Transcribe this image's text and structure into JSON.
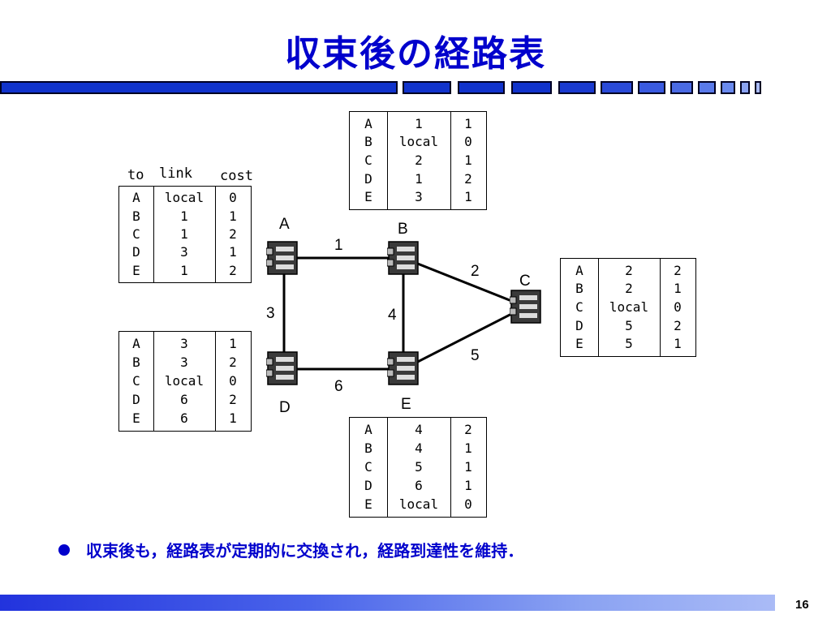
{
  "title": "収束後の経路表",
  "headers": {
    "to": "to",
    "link": "link",
    "cost": "cost"
  },
  "nodes": {
    "A": "A",
    "B": "B",
    "C": "C",
    "D": "D",
    "E": "E"
  },
  "links": [
    "1",
    "2",
    "3",
    "4",
    "5",
    "6"
  ],
  "tables": {
    "A": {
      "to": [
        "A",
        "B",
        "C",
        "D",
        "E"
      ],
      "link": [
        "local",
        "1",
        "1",
        "3",
        "1"
      ],
      "cost": [
        "0",
        "1",
        "2",
        "1",
        "2"
      ]
    },
    "B": {
      "to": [
        "A",
        "B",
        "C",
        "D",
        "E"
      ],
      "link": [
        "1",
        "local",
        "2",
        "1",
        "3"
      ],
      "cost": [
        "1",
        "0",
        "1",
        "2",
        "1"
      ]
    },
    "C": {
      "to": [
        "A",
        "B",
        "C",
        "D",
        "E"
      ],
      "link": [
        "2",
        "2",
        "local",
        "5",
        "5"
      ],
      "cost": [
        "2",
        "1",
        "0",
        "2",
        "1"
      ]
    },
    "D": {
      "to": [
        "A",
        "B",
        "C",
        "D",
        "E"
      ],
      "link": [
        "3",
        "3",
        "local",
        "6",
        "6"
      ],
      "cost": [
        "1",
        "2",
        "0",
        "2",
        "1"
      ]
    },
    "E": {
      "to": [
        "A",
        "B",
        "C",
        "D",
        "E"
      ],
      "link": [
        "4",
        "4",
        "5",
        "6",
        "local"
      ],
      "cost": [
        "2",
        "1",
        "1",
        "1",
        "0"
      ]
    }
  },
  "bullet": "収束後も，経路表が定期的に交換され，経路到達性を維持．",
  "page_number": "16",
  "colors": {
    "accent": "#0000cc",
    "router_dark": "#3a3a3a",
    "router_light": "#bbbbbb"
  }
}
